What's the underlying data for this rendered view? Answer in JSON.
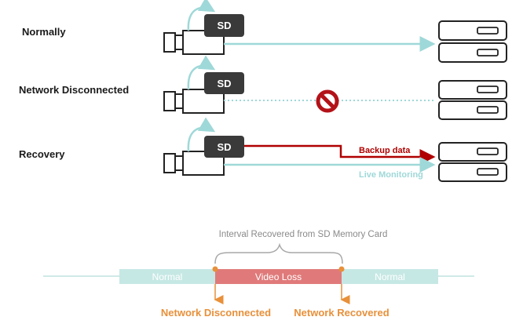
{
  "rows": [
    {
      "label": "Normally"
    },
    {
      "label": "Network Disconnected"
    },
    {
      "label": "Recovery"
    }
  ],
  "sd_label": "SD",
  "recovery_annotations": {
    "backup": "Backup data",
    "live": "Live Monitoring"
  },
  "timeline": {
    "brace_label": "Interval Recovered from SD Memory Card",
    "segments": [
      "Normal",
      "Video Loss",
      "Normal"
    ],
    "events": [
      "Network Disconnected",
      "Network Recovered"
    ]
  },
  "colors": {
    "teal_line": "#9fd8d8",
    "teal_band": "#c6e8e4",
    "red_line": "#b00000",
    "video_loss": "#e07a7a",
    "orange": "#e8903a",
    "sd_card": "#3a3a3a",
    "prohibit": "#b31218"
  }
}
